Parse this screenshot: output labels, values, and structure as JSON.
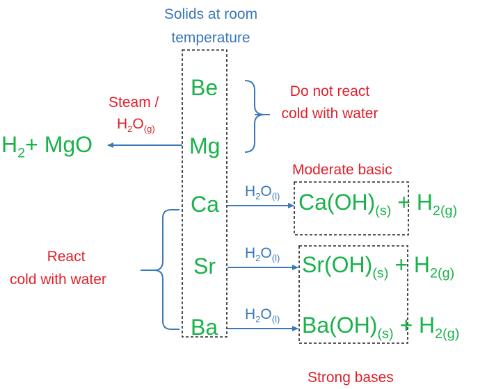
{
  "header": {
    "line1": "Solids at room",
    "line2": "temperature"
  },
  "elements": [
    "Be",
    "Mg",
    "Ca",
    "Sr",
    "Ba"
  ],
  "no_react": {
    "line1": "Do not react",
    "line2": "cold with water"
  },
  "steam": {
    "label": "Steam /",
    "base": "H",
    "sub1": "2",
    "mid": "O",
    "sub2": "(g)"
  },
  "mg_product": {
    "a": "H",
    "sub": "2",
    "b": "+ MgO"
  },
  "moderate": {
    "label": "Moderate basic"
  },
  "water": {
    "a": "H",
    "sub1": "2",
    "b": "O",
    "sub2": "(l)"
  },
  "products": [
    {
      "base": "Ca(OH)",
      "state": "(s)",
      "plus": " + H",
      "h_state": "2(g)"
    },
    {
      "base": "Sr(OH)",
      "state": "(s)",
      "plus": " + H",
      "h_state": "2(g)"
    },
    {
      "base": "Ba(OH)",
      "state": "(s)",
      "plus": " + H",
      "h_state": "2(g)"
    }
  ],
  "react": {
    "line1": "React",
    "line2": "cold with water"
  },
  "strong": {
    "label": "Strong bases"
  },
  "colors": {
    "blue": "#3a78b6",
    "red": "#e0202a",
    "green": "#19b24a"
  }
}
